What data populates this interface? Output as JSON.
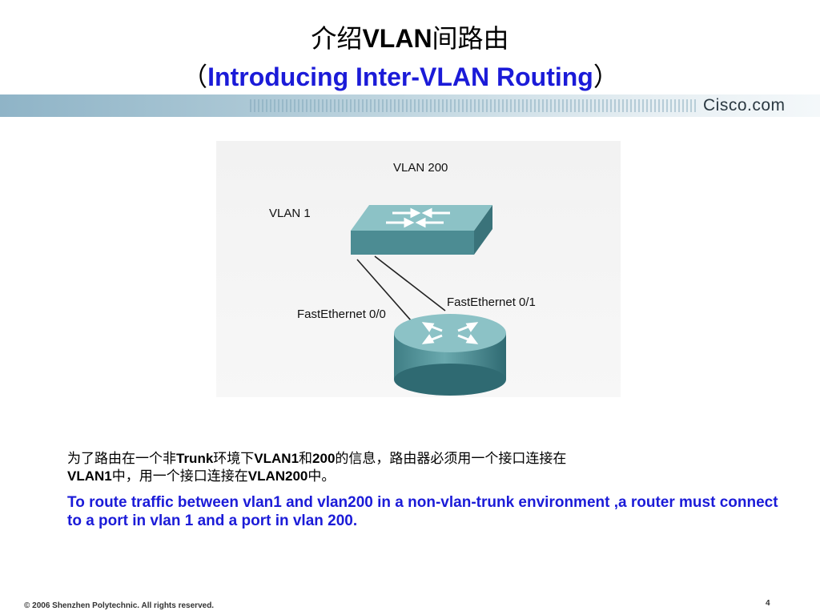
{
  "title": {
    "cn_prefix": "介绍",
    "cn_bold": "VLAN",
    "cn_suffix": "间路由",
    "open_paren": "（",
    "en": "Introducing Inter-VLAN Routing",
    "close_paren": "）"
  },
  "banner": {
    "logo": "Cisco.com"
  },
  "diagram": {
    "vlan200_label": "VLAN 200",
    "vlan1_label": "VLAN 1",
    "fa01_label": "FastEthernet 0/1",
    "fa00_label": "FastEthernet 0/0",
    "switch_icon": "switch-icon",
    "router_icon": "router-icon",
    "colors": {
      "device": "#5f9ea3",
      "device_dark": "#3e7f86",
      "device_light": "#8cc2c6"
    }
  },
  "body": {
    "cn_line1_parts": [
      "为了路由在一个非",
      "Trunk",
      "环境下",
      "VLAN1",
      "和",
      "200",
      "的信息，路由器必须用一个接口连接在"
    ],
    "cn_line2_parts": [
      "VLAN1",
      "中，用一个接口连接在",
      "VLAN200",
      "中。"
    ],
    "en_text": "To route traffic between vlan1 and vlan200 in a non-vlan-trunk environment ,a router must connect to a port in vlan 1 and a port in vlan 200."
  },
  "footer": {
    "copyright": "© 2006 Shenzhen Polytechnic. All rights reserved.",
    "page_number": "4"
  }
}
